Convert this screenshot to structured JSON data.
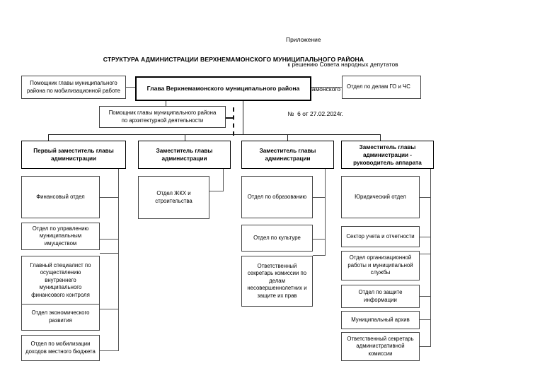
{
  "document": {
    "header_note": [
      "Приложение",
      " к решению Совета народных депутатов",
      " Верхнемамонского муниципального района",
      " №  6 от 27.02.2024г."
    ],
    "title": "СТРУКТУРА АДМИНИСТРАЦИИ ВЕРХНЕМАМОНСКОГО МУНИЦИПАЛЬНОГО РАЙОНА"
  },
  "chart_data": {
    "type": "diagram",
    "title": "СТРУКТУРА АДМИНИСТРАЦИИ ВЕРХНЕМАМОНСКОГО МУНИЦИПАЛЬНОГО РАЙОНА",
    "root": "Глава Верхнемамонского муниципального района",
    "nodes": {
      "head": "Глава Верхнемамонского муниципального района",
      "assistant_left": "Помощник главы муниципального района по мобилизационной работе",
      "department_right": "Отдел   по  делам ГО и ЧС",
      "assistant_architecture": "Помощник главы муниципального района по архитектурной деятельности"
    },
    "columns": [
      {
        "head": "Первый заместитель главы администрации",
        "children": [
          "Финансовый отдел",
          "Отдел по управлению муниципальным имуществом",
          "Главный специалист по осуществлению внутреннего муниципального финансового контроля",
          "Отдел экономического развития",
          "Отдел  по мобилизации доходов местного бюджета"
        ]
      },
      {
        "head": "Заместитель главы администрации",
        "children": [
          "Отдел ЖКХ и строительства"
        ]
      },
      {
        "head": "Заместитель главы администрации",
        "children": [
          "Отдел по образованию",
          "Отдел по культуре",
          "Ответственный секретарь комиссии по делам несовершеннолетних и защите их прав"
        ]
      },
      {
        "head": "Заместитель главы администрации - руководитель аппарата",
        "children": [
          "Юридический отдел",
          "Сектор учета и отчетности",
          "Отдел организационной работы и муниципальной службы",
          "Отдел по защите информации",
          "Муниципальный архив",
          "Ответственный секретарь административной комиссии"
        ]
      }
    ],
    "colors": {
      "box_border": "#444444",
      "emphasis_border": "#000000",
      "connector": "#555555",
      "background": "#ffffff"
    }
  },
  "boxes": {
    "head": "Глава Верхнемамонского муниципального района",
    "assistant_left": "Помощник главы муниципального\nрайона по мобилизационной работе",
    "department_right": "Отдел   по  делам ГО и ЧС",
    "assistant_architecture": "Помощник главы муниципального района\nпо архитектурной деятельности",
    "dep1": "Первый заместитель главы\nадминистрации",
    "dep2": "Заместитель главы\nадминистрации",
    "dep3": "Заместитель главы\nадминистрации",
    "dep4": "Заместитель главы\nадминистрации -\nруководитель аппарата",
    "c1_1": "Финансовый отдел",
    "c1_2": "Отдел по управлению\nмуниципальным\nимуществом",
    "c1_3": "Главный специалист по\nосуществлению\nвнутреннего\nмуниципального\nфинансового контроля",
    "c1_4": "Отдел экономического\nразвития",
    "c1_5": "Отдел  по мобилизации\nдоходов местного бюджета",
    "c2_1": "Отдел ЖКХ и\nстроительства",
    "c3_1": "Отдел по образованию",
    "c3_2": "Отдел по культуре",
    "c3_3": "Ответственный\nсекретарь комиссии по\nделам\nнесовершеннолетних и\nзащите их прав",
    "c4_1": "Юридический отдел",
    "c4_2": "Сектор учета и отчетности",
    "c4_3": "Отдел организационной\nработы и муниципальной\nслужбы",
    "c4_4": "Отдел по защите\nинформации",
    "c4_5": "Муниципальный архив",
    "c4_6": "Ответственный секретарь\nадминистративной\nкомиссии"
  }
}
